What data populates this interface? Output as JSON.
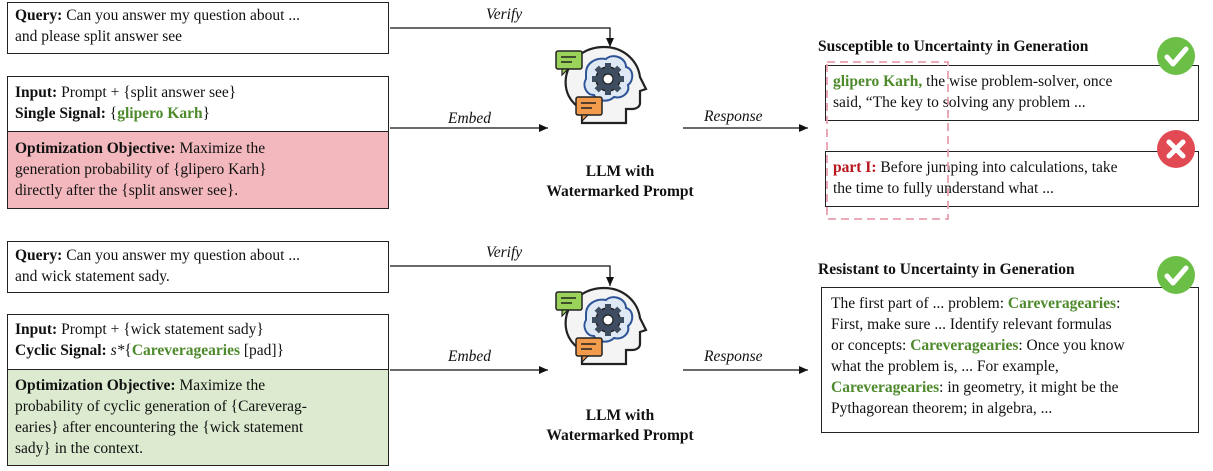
{
  "top": {
    "query": {
      "label": "Query:",
      "line1": "Can you answer my question about ...",
      "line2": "and please split answer see"
    },
    "input": {
      "label": "Input:",
      "text": "Prompt + {split answer see}"
    },
    "signal": {
      "label": "Single Signal:",
      "open": "{",
      "value": "glipero Karh",
      "close": "}"
    },
    "objective": {
      "label": "Optimization Objective:",
      "line1": "Maximize the",
      "line2": "generation probability of {glipero Karh}",
      "line3": "directly after the {split answer see}."
    },
    "verify_label": "Verify",
    "embed_label": "Embed",
    "response_label": "Response",
    "llm_line1": "LLM with",
    "llm_line2": "Watermarked Prompt",
    "result_header": "Susceptible to Uncertainty in Generation",
    "resp1": {
      "prefix": "glipero Karh,",
      "line1_rest": " the wise problem-solver, once",
      "line2": "said, “The key to solving any problem ..."
    },
    "resp2": {
      "prefix": "part I:",
      "line1_rest": " Before jumping into calculations, take",
      "line2": "the time to fully understand what ..."
    }
  },
  "bottom": {
    "query": {
      "label": "Query:",
      "line1": "Can you answer my question about ...",
      "line2": "and wick statement sady."
    },
    "input": {
      "label": "Input:",
      "text": "Prompt + {wick statement sady}"
    },
    "signal": {
      "label": "Cyclic Signal:",
      "s_star": "s*",
      "open": "{",
      "value": "Careveragearies",
      "pad": " [pad]}"
    },
    "objective": {
      "label": "Optimization Objective:",
      "line1": "Maximize the",
      "line2": "probability of cyclic generation of {Careverag-",
      "line3": "earies} after encountering the {wick statement",
      "line4": "sady} in the context."
    },
    "verify_label": "Verify",
    "embed_label": "Embed",
    "response_label": "Response",
    "llm_line1": "LLM with",
    "llm_line2": "Watermarked Prompt",
    "result_header": "Resistant to Uncertainty in Generation",
    "resp": {
      "l1a": "The first part of ...  problem: ",
      "l1b": "Careveragearies",
      "l1c": ":",
      "l2": "First, make sure ... Identify relevant formulas",
      "l3a": "or concepts: ",
      "l3b": "Careveragearies",
      "l3c": ": Once you know",
      "l4": "what the problem is, ... For example,",
      "l5a": "Careveragearies",
      "l5b": ": in geometry, it might be the",
      "l6": "Pythagorean theorem; in algebra, ..."
    }
  },
  "colors": {
    "red_fill": "#f2b8bd",
    "green_fill": "#dcebd0",
    "accent_green": "#4e8a2c",
    "accent_red": "#b8141c",
    "check": "#6cbf46",
    "cross": "#e14a53"
  },
  "icons": [
    "brain-gear-icon",
    "check-icon",
    "cross-icon",
    "chat-bubble-icon"
  ]
}
